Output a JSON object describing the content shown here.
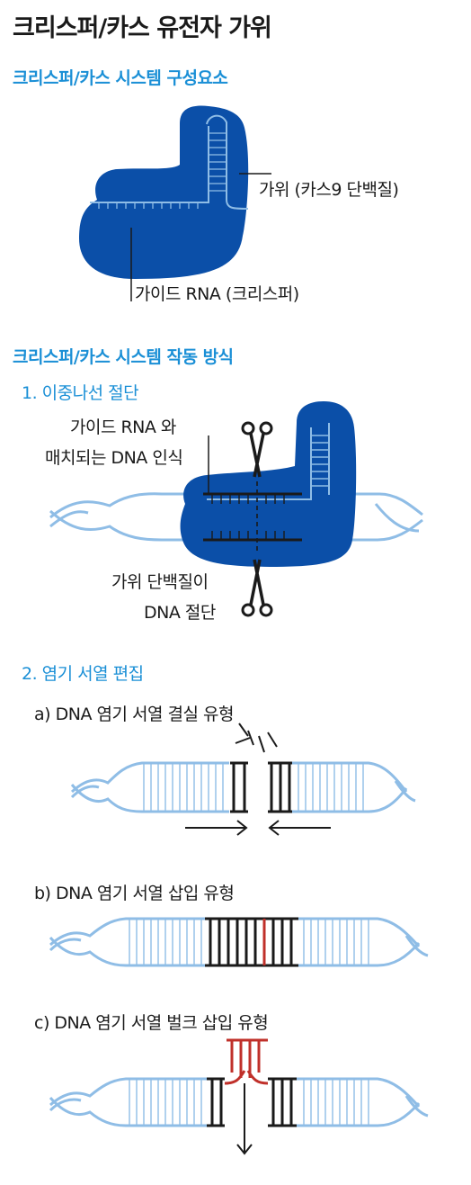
{
  "title": "크리스퍼/카스 유전자 가위",
  "section1": {
    "heading": "크리스퍼/카스 시스템 구성요소",
    "label_scissors": "가위 (카스9 단백질)",
    "label_guide": "가이드 RNA (크리스퍼)"
  },
  "section2": {
    "heading": "크리스퍼/카스 시스템 작동 방식",
    "step1": {
      "heading": "1. 이중나선 절단",
      "label_recognize_line1": "가이드 RNA 와",
      "label_recognize_line2": "매치되는 DNA 인식",
      "label_cut_line1": "가위 단백질이",
      "label_cut_line2": "DNA 절단"
    },
    "step2": {
      "heading": "2. 염기 서열 편집",
      "a": "a) DNA 염기 서열 결실 유형",
      "b": "b) DNA 염기 서열 삽입 유형",
      "c": "c) DNA 염기 서열 벌크 삽입 유형"
    }
  },
  "colors": {
    "protein": "#0b4fa8",
    "dna": "#8fbde6",
    "accent_text": "#1a8fd6",
    "edit_red": "#c0302a",
    "dark": "#1a1a1a"
  },
  "icons": [
    "scissors-icon"
  ]
}
